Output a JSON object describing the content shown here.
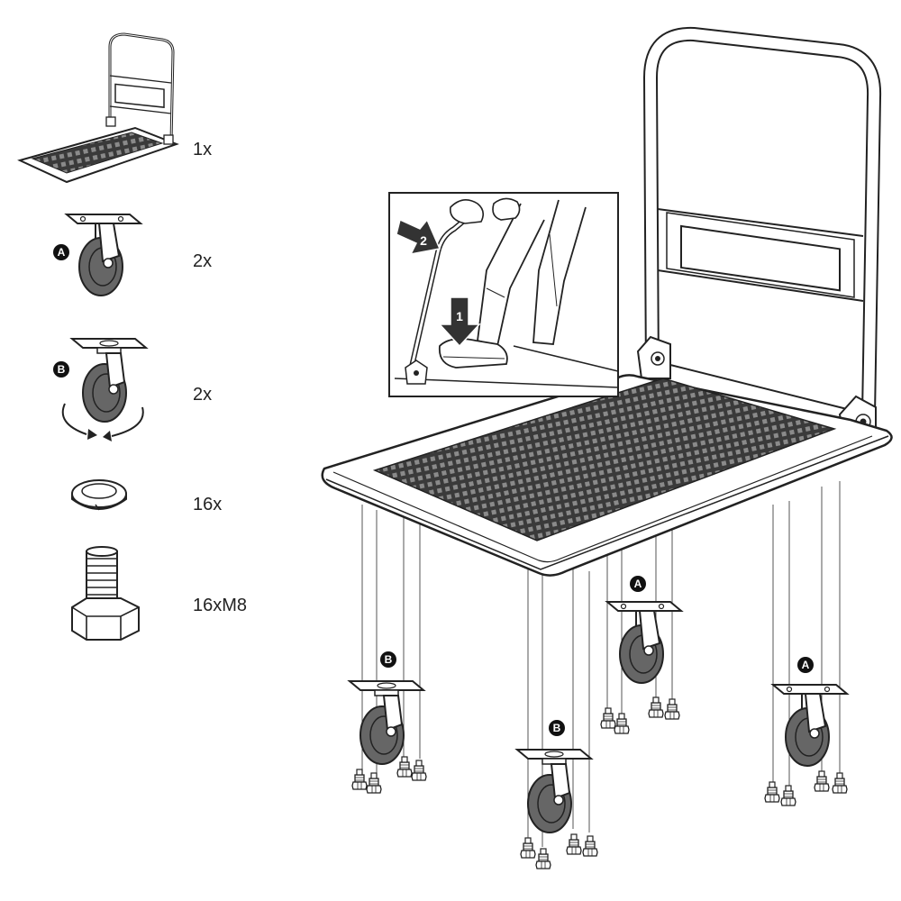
{
  "parts": [
    {
      "name": "trolley",
      "quantity": "1x"
    },
    {
      "name": "fixed-caster",
      "badge": "A",
      "quantity": "2x"
    },
    {
      "name": "swivel-caster",
      "badge": "B",
      "quantity": "2x"
    },
    {
      "name": "spring-washer",
      "quantity": "16x"
    },
    {
      "name": "bolt",
      "quantity": "16xM8"
    }
  ],
  "inset": {
    "steps": [
      "1",
      "2"
    ]
  },
  "assembly": {
    "wheel_badges": [
      "B",
      "B",
      "A",
      "A"
    ]
  },
  "colors": {
    "line": "#222222",
    "deck_fill": "#555555",
    "wheel_fill": "#666666",
    "badge_fill": "#111111"
  }
}
